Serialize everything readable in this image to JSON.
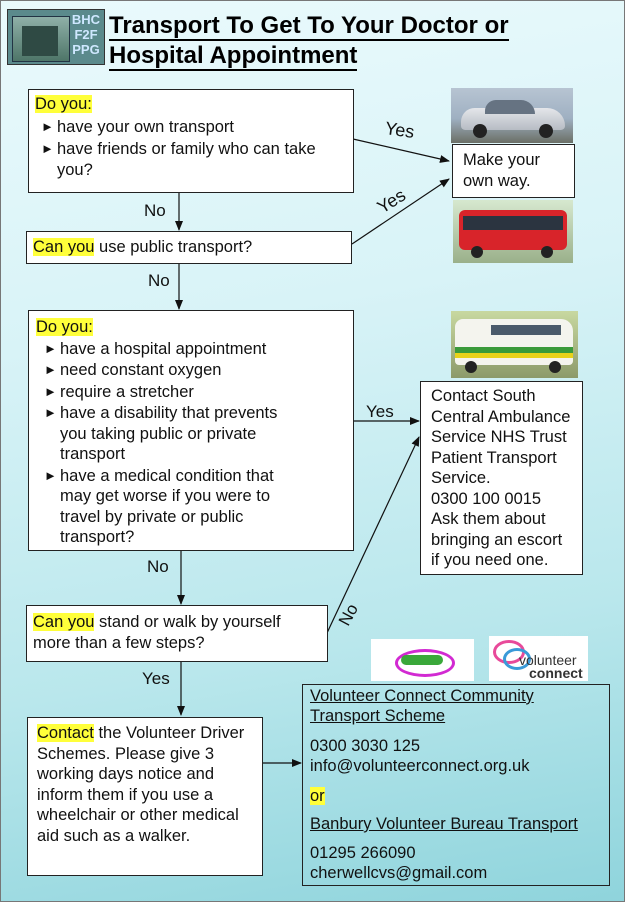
{
  "logo": {
    "lines": [
      "BHC",
      "F2F",
      "PPG"
    ]
  },
  "title": {
    "line1": "Transport To Get To Your Doctor or",
    "line2": "Hospital Appointment"
  },
  "q1": {
    "heading": "Do you:",
    "items": [
      "have your own transport",
      "have friends or family who can take you?"
    ]
  },
  "q2": {
    "highlight": "Can you",
    "text": " use public transport?"
  },
  "q3": {
    "heading": "Do you:",
    "items": [
      "have a hospital appointment",
      "need constant oxygen",
      "require a stretcher",
      "have a disability that prevents you taking public or private transport",
      "have a medical condition that may get worse if you were to travel by private or public transport?"
    ]
  },
  "q4": {
    "highlight": "Can you",
    "text": " stand or walk by yourself more than a few steps?"
  },
  "own_way": {
    "text": "Make your own way."
  },
  "ambulance": {
    "line1": "Contact South Central Ambulance Service NHS Trust Patient Transport Service.",
    "phone": "0300 100 0015",
    "note": "Ask them about bringing an escort if you need one."
  },
  "contact": {
    "highlight": "Contact",
    "text": " the Volunteer Driver Schemes. Please give 3 working days notice and inform them if you use a wheelchair or other medical aid such as a walker."
  },
  "schemes": {
    "s1_title": "Volunteer Connect Community Transport Scheme",
    "s1_phone": "0300 3030 125",
    "s1_email": "info@volunteerconnect.org.uk",
    "or": "or",
    "s2_title": "Banbury Volunteer Bureau Transport",
    "s2_phone": "01295 266090",
    "s2_email": "cherwellcvs@gmail.com"
  },
  "labels": {
    "yes1": "Yes",
    "yes2": "Yes",
    "no1": "No",
    "no2": "No",
    "yes3": "Yes",
    "no3": "No",
    "no4": "No",
    "yes4": "Yes"
  },
  "logos": {
    "volunteer": "volunteer",
    "connect": "connect"
  },
  "colors": {
    "highlight": "#ffff3a",
    "background": "#c6ecf0"
  }
}
